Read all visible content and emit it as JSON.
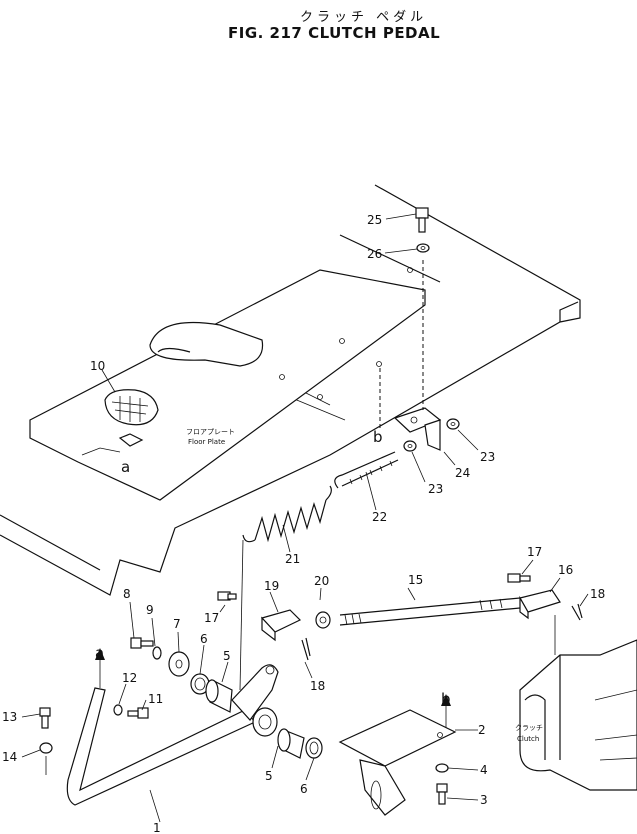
{
  "title": {
    "jp": "クラッチ ペダル",
    "en": "FIG. 217  CLUTCH PEDAL"
  },
  "floor_plate_label": {
    "jp": "フロアプレート",
    "en": "Floor Plate"
  },
  "clutch_label": {
    "jp": "クラッチ",
    "en": "Clutch"
  },
  "refs": {
    "a": "a",
    "b": "b"
  },
  "callouts": {
    "p1": "1",
    "p2": "2",
    "p3": "3",
    "p4": "4",
    "p5a": "5",
    "p5b": "5",
    "p6a": "6",
    "p6b": "6",
    "p7": "7",
    "p8": "8",
    "p9": "9",
    "p10": "10",
    "p11": "11",
    "p12": "12",
    "p13": "13",
    "p14": "14",
    "p15": "15",
    "p16": "16",
    "p17a": "17",
    "p17b": "17",
    "p18a": "18",
    "p18b": "18",
    "p19": "19",
    "p20": "20",
    "p21": "21",
    "p22": "22",
    "p23a": "23",
    "p23b": "23",
    "p24": "24",
    "p25": "25",
    "p26": "26"
  }
}
